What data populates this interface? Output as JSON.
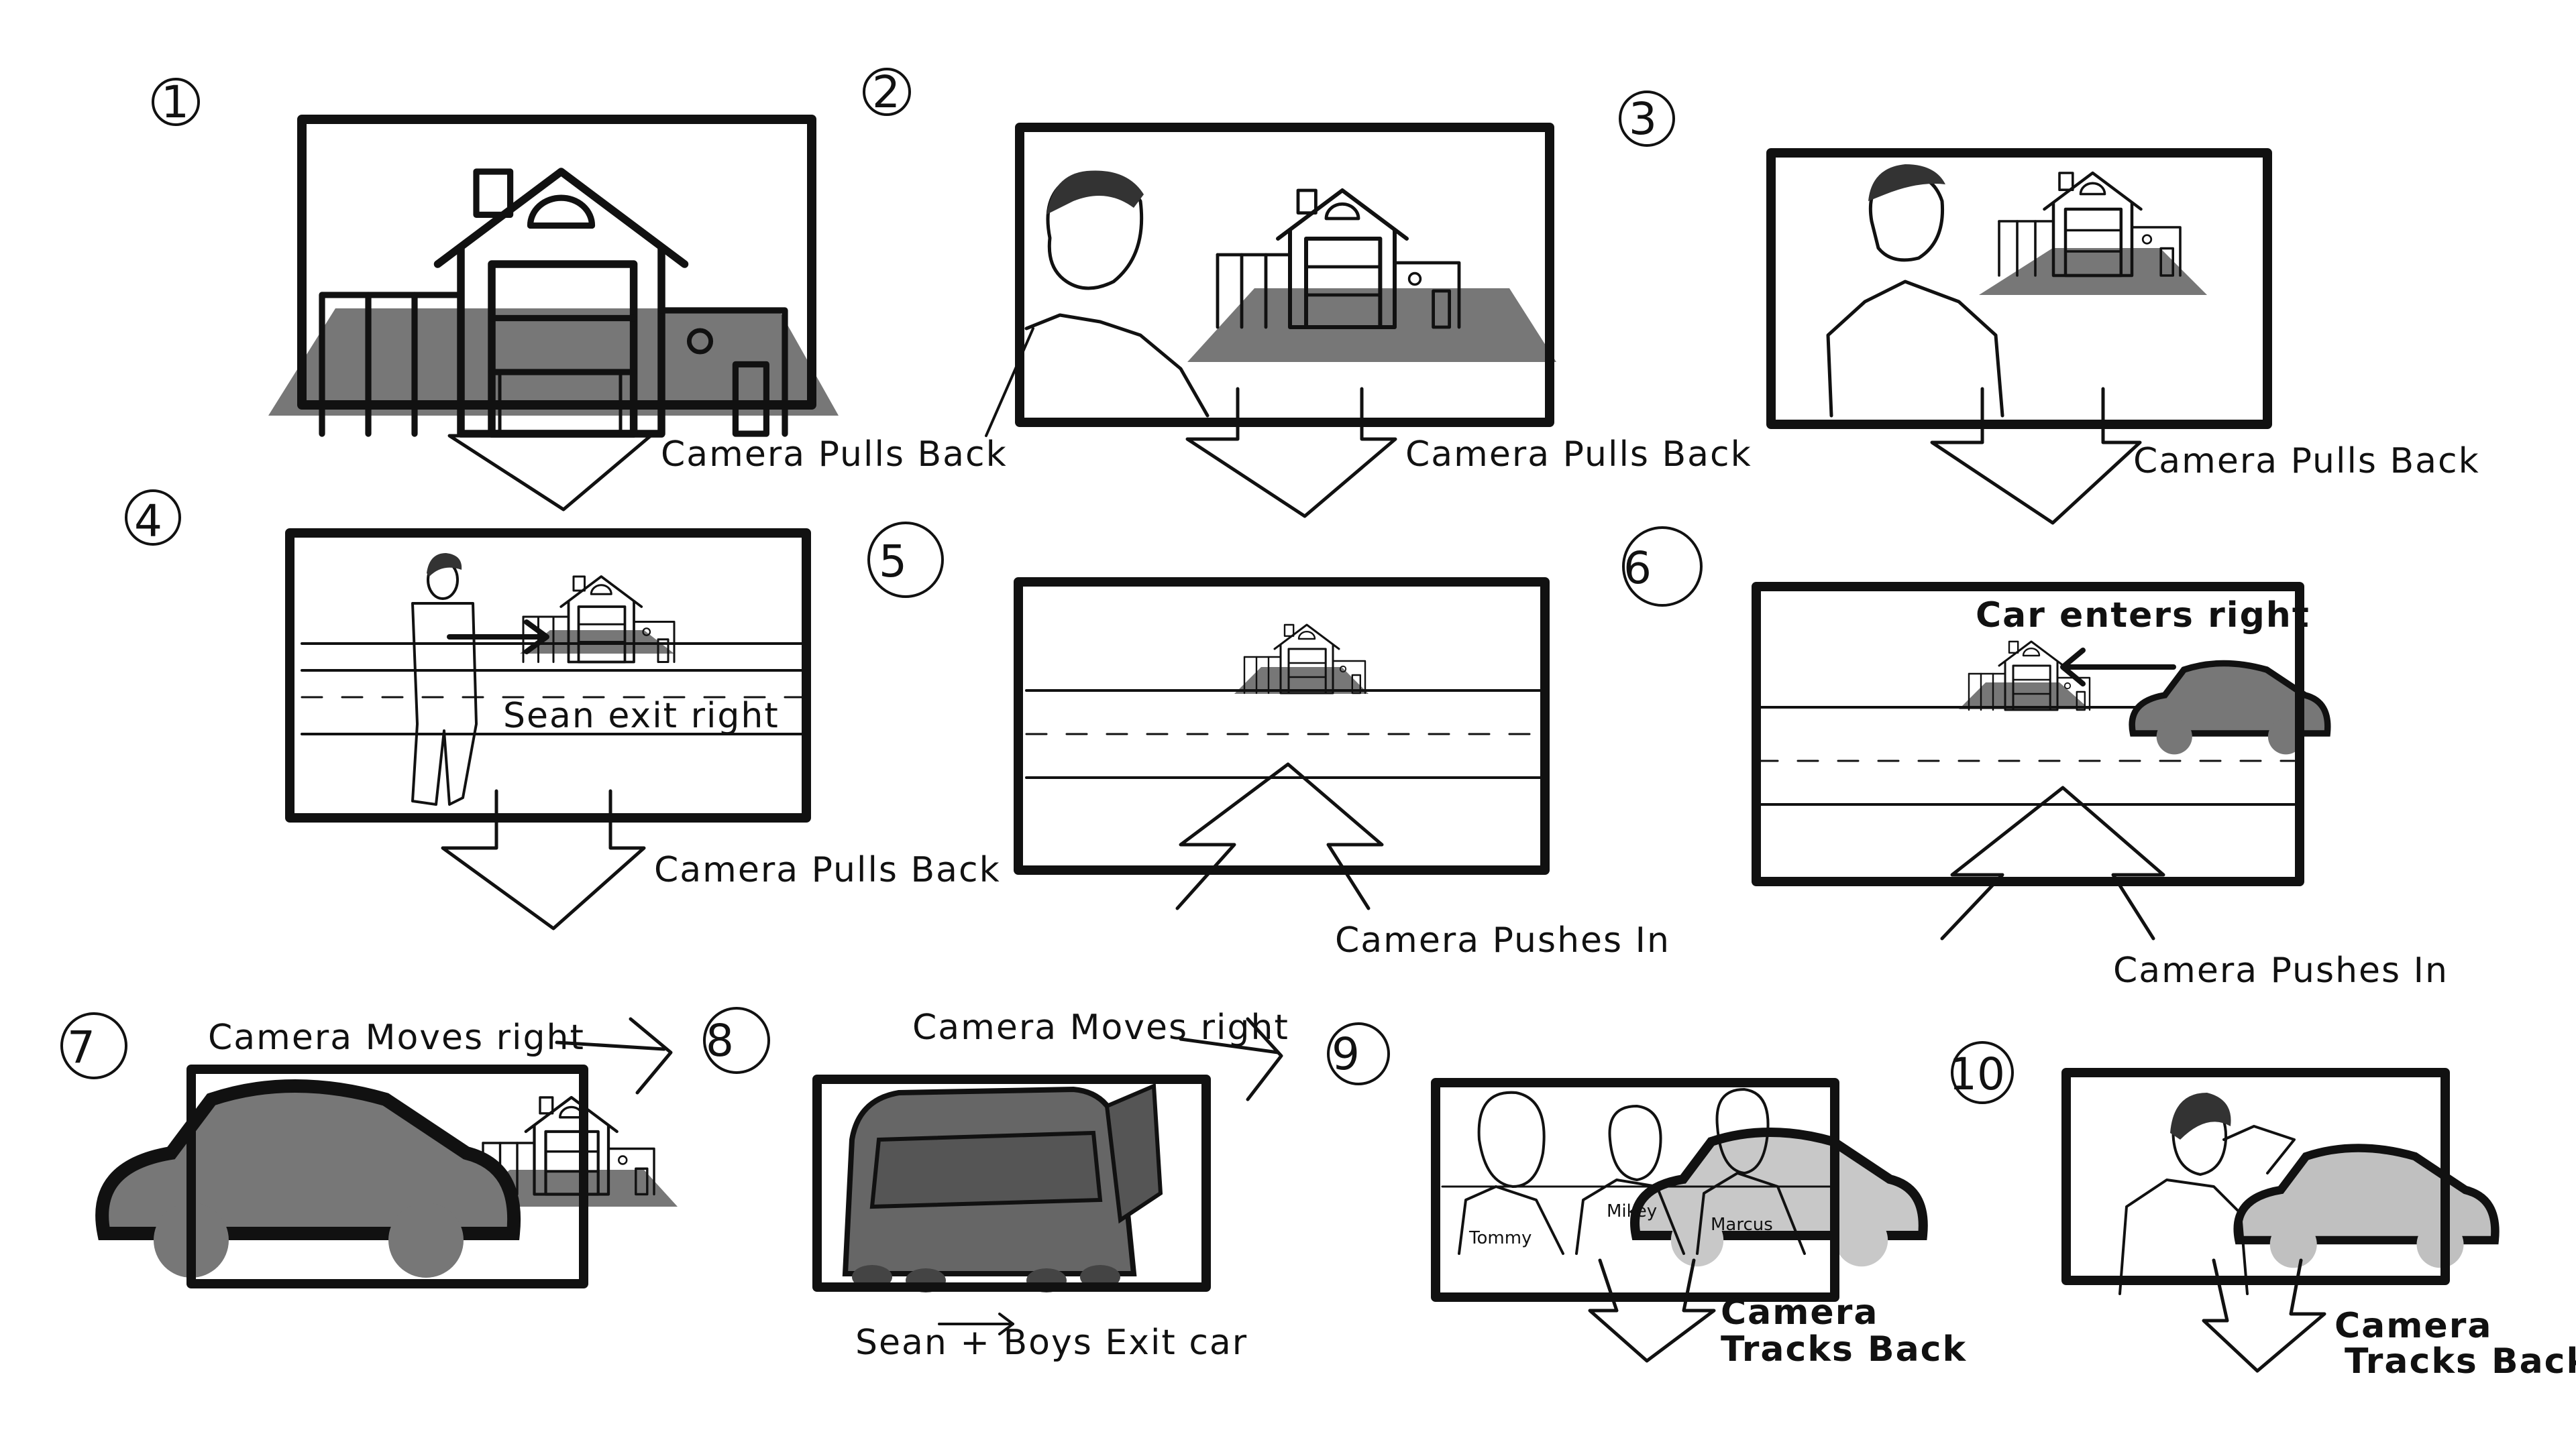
{
  "panels": [
    {
      "number": "1"
    },
    {
      "number": "2"
    },
    {
      "number": "3"
    },
    {
      "number": "4",
      "note": "Sean exit right"
    },
    {
      "number": "5"
    },
    {
      "number": "6",
      "note": "Car enters right"
    },
    {
      "number": "7"
    },
    {
      "number": "8",
      "note": "Sean + Boys Exit car"
    },
    {
      "number": "9",
      "names": [
        "Tommy",
        "Mikey",
        "Marcus"
      ]
    },
    {
      "number": "10"
    }
  ],
  "captions": {
    "c1": "Camera Pulls Back",
    "c2": "Camera Pulls Back",
    "c3": "Camera Pulls Back",
    "c4": "Camera Pulls Back",
    "c5": "Camera Pushes In",
    "c6": "Camera Pushes In",
    "c7": "Camera Moves right",
    "c8": "Camera Moves right",
    "c9": [
      "Camera",
      "Tracks Back"
    ],
    "c10": [
      "Camera",
      "Tracks Back"
    ]
  },
  "colors": {
    "ink": "#111111",
    "driveway": "#777777",
    "car_dark": "#555555",
    "car_light": "#bdbdbd"
  }
}
